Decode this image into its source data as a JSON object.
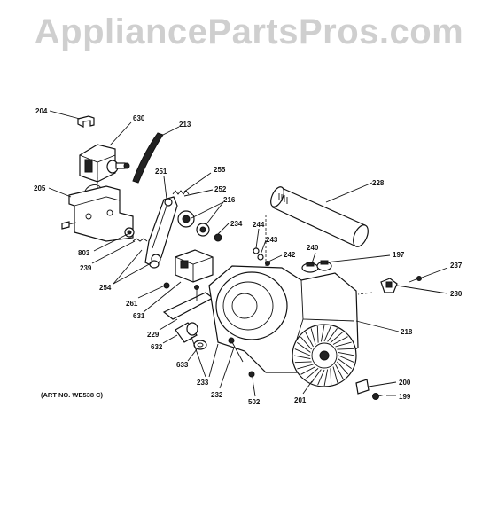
{
  "watermark": "AppliancePartsPros.com",
  "art_note": "(ART NO. WE538 C)",
  "labels": {
    "l204": "204",
    "l630": "630",
    "l213": "213",
    "l205": "205",
    "l251": "251",
    "l255": "255",
    "l252": "252",
    "l216": "216",
    "l234": "234",
    "l228": "228",
    "l244": "244",
    "l243": "243",
    "l242": "242",
    "l240": "240",
    "l197": "197",
    "l237": "237",
    "l230": "230",
    "l803": "803",
    "l239": "239",
    "l254": "254",
    "l261": "261",
    "l631": "631",
    "l229": "229",
    "l632": "632",
    "l633": "633",
    "l233": "233",
    "l232": "232",
    "l502": "502",
    "l201": "201",
    "l218": "218",
    "l200": "200",
    "l199": "199"
  }
}
